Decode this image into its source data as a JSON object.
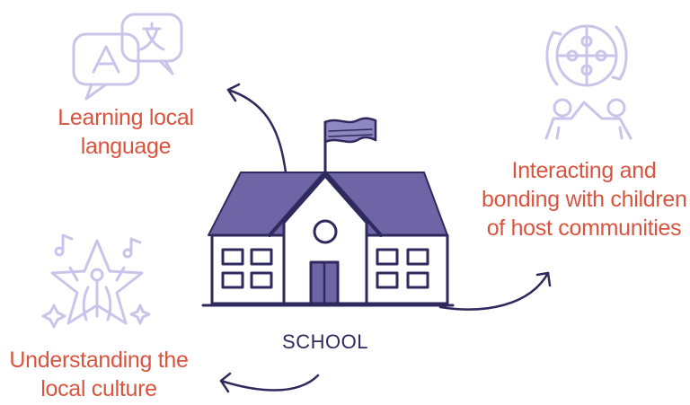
{
  "school": {
    "label": "SCHOOL"
  },
  "nodes": {
    "language": {
      "line1": "Learning local",
      "line2": "language",
      "icon": "translate-speech-bubbles-icon"
    },
    "bonding": {
      "line1": "Interacting and",
      "line2": "bonding with children",
      "line3": "of host communities",
      "icon": "puzzle-globe-children-icon"
    },
    "culture": {
      "line1": "Understanding the",
      "line2": "local culture",
      "icon": "star-celebration-icon"
    }
  },
  "colors": {
    "label": "#d9543f",
    "icon": "#c9c5ea",
    "ink": "#2f2a5e",
    "roof": "#6e64a6"
  }
}
